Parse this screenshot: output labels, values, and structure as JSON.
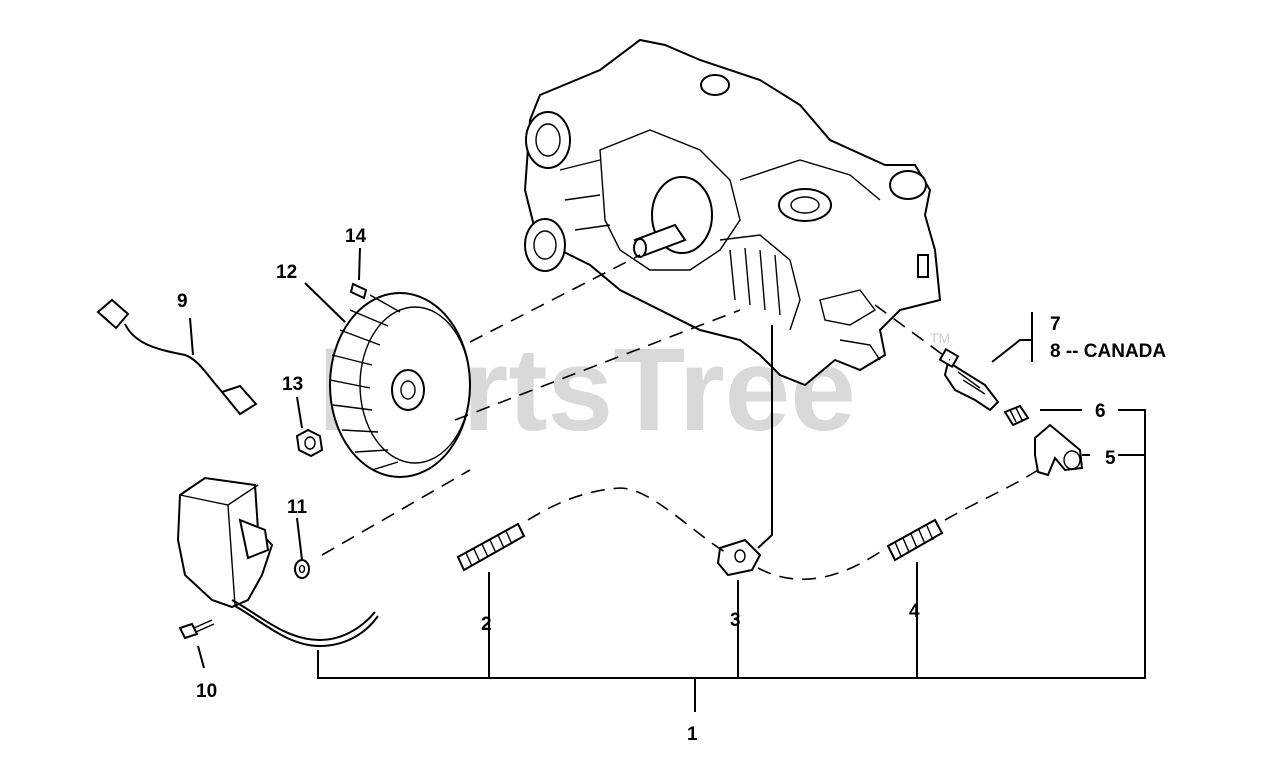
{
  "watermark": {
    "text": "PartsTree",
    "trademark": "TM"
  },
  "callouts": {
    "c1": "1",
    "c2": "2",
    "c3": "3",
    "c4": "4",
    "c5": "5",
    "c6": "6",
    "c7": "7",
    "c8": "8 -- CANADA",
    "c9": "9",
    "c10": "10",
    "c11": "11",
    "c12": "12",
    "c13": "13",
    "c14": "14"
  }
}
